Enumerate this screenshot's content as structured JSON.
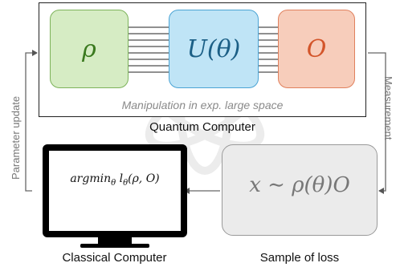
{
  "quantum_computer": {
    "label": "Quantum Computer",
    "state_symbol": "ρ",
    "unitary_symbol": "U(θ)",
    "observable_symbol": "O",
    "caption": "Manipulation in exp. large space",
    "wire_count": 8
  },
  "classical_computer": {
    "label": "Classical Computer",
    "screen_formula": "argmin_θ l_θ(ρ, O)"
  },
  "sample": {
    "label": "Sample of loss",
    "formula": "x ∼ ρ(θ)O"
  },
  "arrows": {
    "left_label": "Parameter update",
    "right_label": "Measurement"
  },
  "colors": {
    "rho_fill": "#d6ecc4",
    "unitary_fill": "#bfe4f6",
    "observable_fill": "#f7cdbb",
    "sample_fill": "#ebebeb",
    "arrow": "#666666"
  }
}
